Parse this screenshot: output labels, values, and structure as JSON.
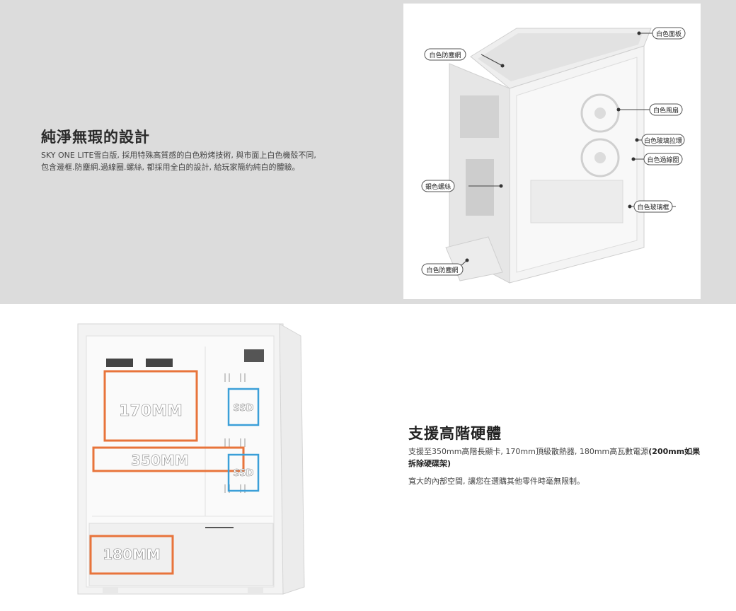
{
  "section1": {
    "title": "純淨無瑕的設計",
    "body": "SKY ONE LITE雪白版, 採用特殊高質感的白色粉烤技術, 與市面上白色機殼不同, 包含邊框.防塵網.過線圈.螺絲, 都採用全白的設計, 給玩家簡約純白的體驗。",
    "callouts": {
      "top_panel": "白色面板",
      "top_dust": "白色防塵網",
      "fan": "白色風扇",
      "glass_latch": "白色玻璃拉環",
      "grommet": "白色過線圈",
      "screw": "銀色螺絲",
      "glass_frame": "白色玻璃框",
      "bottom_dust": "白色防塵網"
    }
  },
  "section2": {
    "title": "支援高階硬體",
    "body_normal": "支援至350mm高階長顯卡, 170mm頂級散熱器, 180mm高瓦數電源",
    "body_bold": "(200mm如果拆除硬碟架)",
    "note": "寬大的內部空間, 讓您在選購其他零件時毫無限制。",
    "labels": {
      "cooler": "170MM",
      "gpu": "350MM",
      "psu": "180MM",
      "ssd1": "SSD",
      "ssd2": "SSD"
    }
  },
  "colors": {
    "accent_orange": "#e8743b",
    "ssd_blue": "#3b9fd8",
    "gray_bg": "#dcdcdc"
  }
}
